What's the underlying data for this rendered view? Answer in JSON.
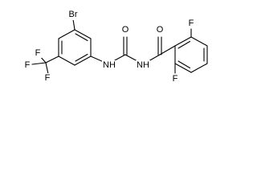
{
  "molecule": {
    "atoms": {
      "bromine": "Br",
      "trifluoromethyl_f_top": "F",
      "trifluoromethyl_f_left": "F",
      "trifluoromethyl_f_bottom": "F",
      "urea_nh_left": "NH",
      "urea_oxygen": "O",
      "imide_nh": "NH",
      "benzoyl_oxygen": "O",
      "fluorine_top": "F",
      "fluorine_bottom": "F"
    }
  },
  "colors": {
    "bond": "#000000",
    "atom_label": "#000000",
    "background": "#ffffff"
  }
}
